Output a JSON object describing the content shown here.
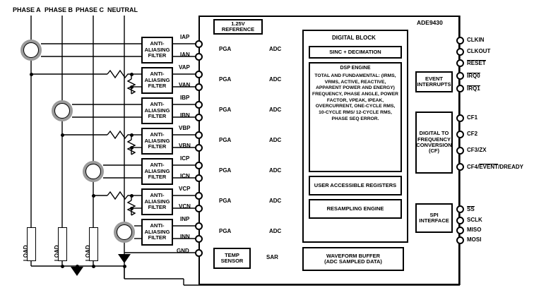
{
  "title": "ADE9430 functional block diagram",
  "chip": {
    "name": "ADE9430"
  },
  "source_labels": [
    {
      "name": "phase-a",
      "text": "PHASE A"
    },
    {
      "name": "phase-b",
      "text": "PHASE B"
    },
    {
      "name": "phase-c",
      "text": "PHASE C"
    },
    {
      "name": "neutral",
      "text": "NEUTRAL"
    }
  ],
  "loads": [
    {
      "text": "LOAD"
    },
    {
      "text": "LOAD"
    },
    {
      "text": "LOAD"
    }
  ],
  "filters": [
    {
      "text": "ANTI-ALIASING FILTER"
    },
    {
      "text": "ANTI-ALIASING FILTER"
    },
    {
      "text": "ANTI-ALIASING FILTER"
    },
    {
      "text": "ANTI-ALIASING FILTER"
    },
    {
      "text": "ANTI-ALIASING FILTER"
    },
    {
      "text": "ANTI-ALIASING FILTER"
    },
    {
      "text": "ANTI-ALIASING FILTER"
    }
  ],
  "analog_pins": [
    {
      "label": "IAP"
    },
    {
      "label": "IAN"
    },
    {
      "label": "VAP"
    },
    {
      "label": "VAN"
    },
    {
      "label": "IBP"
    },
    {
      "label": "IBN"
    },
    {
      "label": "VBP"
    },
    {
      "label": "VBN"
    },
    {
      "label": "ICP"
    },
    {
      "label": "ICN"
    },
    {
      "label": "VCP"
    },
    {
      "label": "VCN"
    },
    {
      "label": "INP"
    },
    {
      "label": "INN"
    },
    {
      "label": "GND"
    }
  ],
  "pga_stages": [
    {
      "pga": "PGA",
      "adc": "ADC"
    },
    {
      "pga": "PGA",
      "adc": "ADC"
    },
    {
      "pga": "PGA",
      "adc": "ADC"
    },
    {
      "pga": "PGA",
      "adc": "ADC"
    },
    {
      "pga": "PGA",
      "adc": "ADC"
    },
    {
      "pga": "PGA",
      "adc": "ADC"
    },
    {
      "pga": "PGA",
      "adc": "ADC"
    }
  ],
  "reference": {
    "line1": "1.25V",
    "line2": "REFERENCE"
  },
  "temp_sensor": {
    "line1": "TEMP",
    "line2": "SENSOR"
  },
  "sar": {
    "label": "SAR"
  },
  "digital_block": {
    "title": "DIGITAL BLOCK",
    "sinc": "SINC + DECIMATION",
    "dsp": {
      "title": "DSP ENGINE",
      "body": "TOTAL AND FUNDAMENTAL: (IRMS, VRMS, ACTIVE, REACTIVE, APPARENT POWER AND ENERGY) FREQUENCY, PHASE ANGLE, POWER FACTOR, VPEAK, IPEAK, OVERCURRENT, ONE-CYCLE RMS, 10-CYCLE RMS/ 12-CYCLE RMS, PHASE SEQ ERROR."
    },
    "registers": "USER ACCESSIBLE REGISTERS",
    "resampling": "RESAMPLING ENGINE"
  },
  "waveform_buffer": {
    "line1": "WAVEFORM BUFFER",
    "line2": "(ADC SAMPLED DATA)"
  },
  "event_interrupts": {
    "line1": "EVENT",
    "line2": "INTERRUPTS"
  },
  "cf_block": {
    "line1": "DIGITAL TO",
    "line2": "FREQUENCY",
    "line3": "CONVERSION",
    "line4": "(CF)"
  },
  "spi_block": {
    "line1": "SPI",
    "line2": "INTERFACE"
  },
  "right_pins": [
    {
      "label": "CLKIN",
      "overbar": false
    },
    {
      "label": "CLKOUT",
      "overbar": false
    },
    {
      "label": "RESET",
      "overbar": true
    },
    {
      "label": "IRQ0",
      "overbar": true
    },
    {
      "label": "IRQ1",
      "overbar": true
    },
    {
      "label": "CF1",
      "overbar": false
    },
    {
      "label": "CF2",
      "overbar": false
    },
    {
      "label": "CF3/ZX",
      "overbar": false
    },
    {
      "label": "CF4/EVENT/DREADY",
      "overbar": "partial"
    },
    {
      "label": "SS",
      "overbar": true
    },
    {
      "label": "SCLK",
      "overbar": false
    },
    {
      "label": "MISO",
      "overbar": false
    },
    {
      "label": "MOSI",
      "overbar": false
    }
  ],
  "cf4_parts": {
    "pre": "CF4/",
    "bar": "EVENT",
    "post": "/DREADY"
  },
  "colors": {
    "line": "#000000",
    "ct_ring": "#9a9a9a",
    "background": "#ffffff"
  }
}
